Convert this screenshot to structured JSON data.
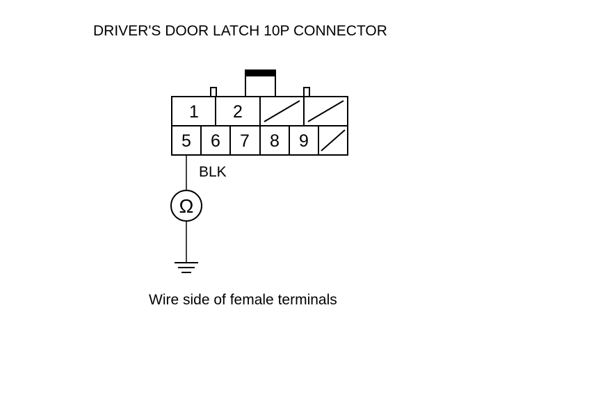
{
  "title": "DRIVER'S DOOR LATCH 10P CONNECTOR",
  "connector": {
    "top_row": [
      "1",
      "2"
    ],
    "bottom_row": [
      "5",
      "6",
      "7",
      "8",
      "9"
    ]
  },
  "wire_color": "BLK",
  "meter_symbol": "Ω",
  "caption": "Wire side of female terminals"
}
